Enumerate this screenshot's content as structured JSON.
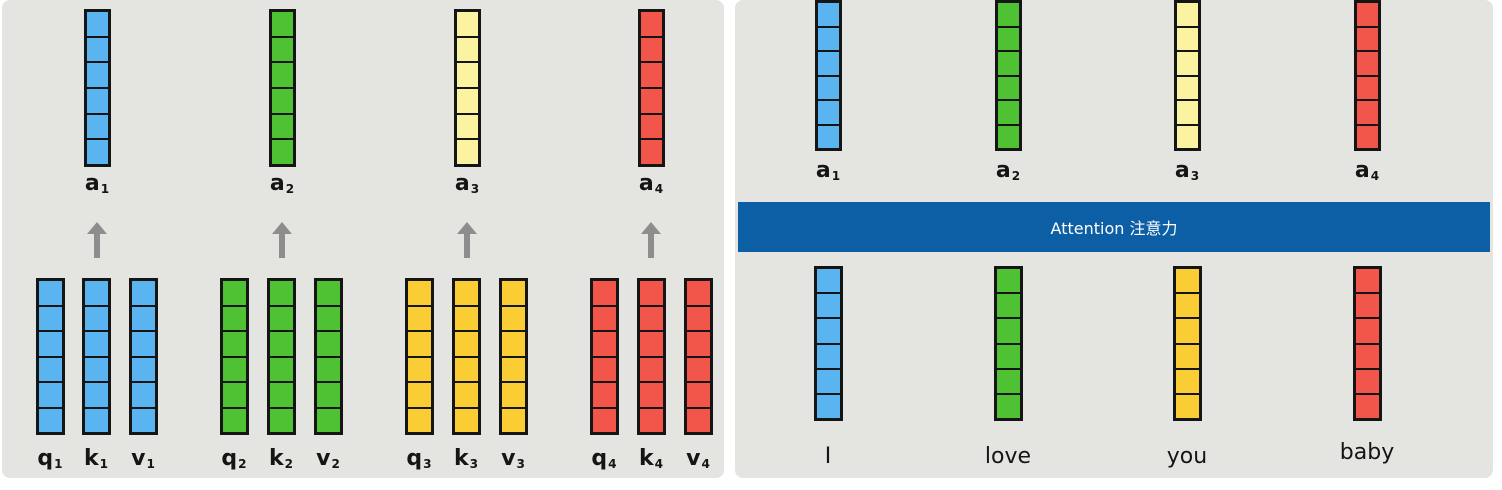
{
  "colors": {
    "blue": "#5ab4f0",
    "green": "#4fc233",
    "yellow_light": "#fbf3a0",
    "yellow": "#f9cd33",
    "red": "#f2554a",
    "arrow": "#8d8d8d",
    "attention_bar": "#0d5fa5"
  },
  "left": {
    "outputs": [
      {
        "letter": "a",
        "sub": "1",
        "color": "blue"
      },
      {
        "letter": "a",
        "sub": "2",
        "color": "green"
      },
      {
        "letter": "a",
        "sub": "3",
        "color": "yellow_light"
      },
      {
        "letter": "a",
        "sub": "4",
        "color": "red"
      }
    ],
    "groups": [
      {
        "color": "blue",
        "vectors": [
          {
            "letter": "q",
            "sub": "1"
          },
          {
            "letter": "k",
            "sub": "1"
          },
          {
            "letter": "v",
            "sub": "1"
          }
        ]
      },
      {
        "color": "green",
        "vectors": [
          {
            "letter": "q",
            "sub": "2"
          },
          {
            "letter": "k",
            "sub": "2"
          },
          {
            "letter": "v",
            "sub": "2"
          }
        ]
      },
      {
        "color": "yellow",
        "vectors": [
          {
            "letter": "q",
            "sub": "3"
          },
          {
            "letter": "k",
            "sub": "3"
          },
          {
            "letter": "v",
            "sub": "3"
          }
        ]
      },
      {
        "color": "red",
        "vectors": [
          {
            "letter": "q",
            "sub": "4"
          },
          {
            "letter": "k",
            "sub": "4"
          },
          {
            "letter": "v",
            "sub": "4"
          }
        ]
      }
    ]
  },
  "right": {
    "outputs": [
      {
        "letter": "a",
        "sub": "1",
        "color": "blue"
      },
      {
        "letter": "a",
        "sub": "2",
        "color": "green"
      },
      {
        "letter": "a",
        "sub": "3",
        "color": "yellow_light"
      },
      {
        "letter": "a",
        "sub": "4",
        "color": "red"
      }
    ],
    "attention_label": "Attention 注意力",
    "inputs": [
      {
        "word": "I",
        "color": "blue"
      },
      {
        "word": "love",
        "color": "green"
      },
      {
        "word": "you",
        "color": "yellow"
      },
      {
        "word": "baby",
        "color": "red"
      }
    ]
  }
}
